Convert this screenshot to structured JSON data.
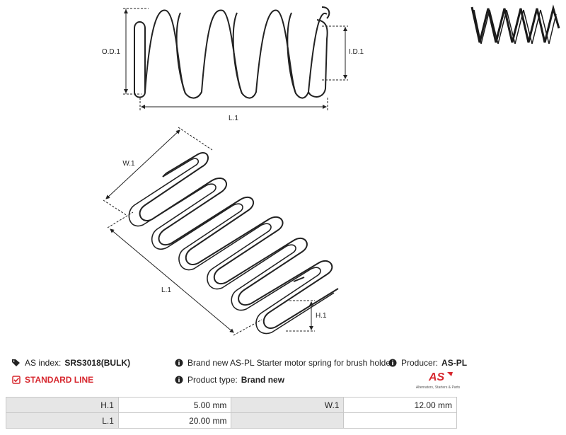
{
  "drawing": {
    "labels": {
      "od": "O.D.1",
      "id": "I.D.1",
      "l_top": "L.1",
      "w": "W.1",
      "l_bottom": "L.1",
      "h": "H.1"
    }
  },
  "info": {
    "as_index_label": "AS index:",
    "as_index_value": "SRS3018(BULK)",
    "standard_line": "STANDARD LINE",
    "description": "Brand new AS-PL Starter motor spring for brush holder",
    "product_type_label": "Product type:",
    "product_type_value": "Brand new",
    "producer_label": "Producer:",
    "producer_value": "AS-PL"
  },
  "logo": {
    "text": "AS",
    "tagline": "Alternators, Starters & Parts",
    "accent": "#d7282f"
  },
  "specs": [
    {
      "label1": "H.1",
      "value1": "5.00 mm",
      "label2": "W.1",
      "value2": "12.00 mm"
    },
    {
      "label1": "L.1",
      "value1": "20.00 mm",
      "label2": "",
      "value2": ""
    }
  ]
}
